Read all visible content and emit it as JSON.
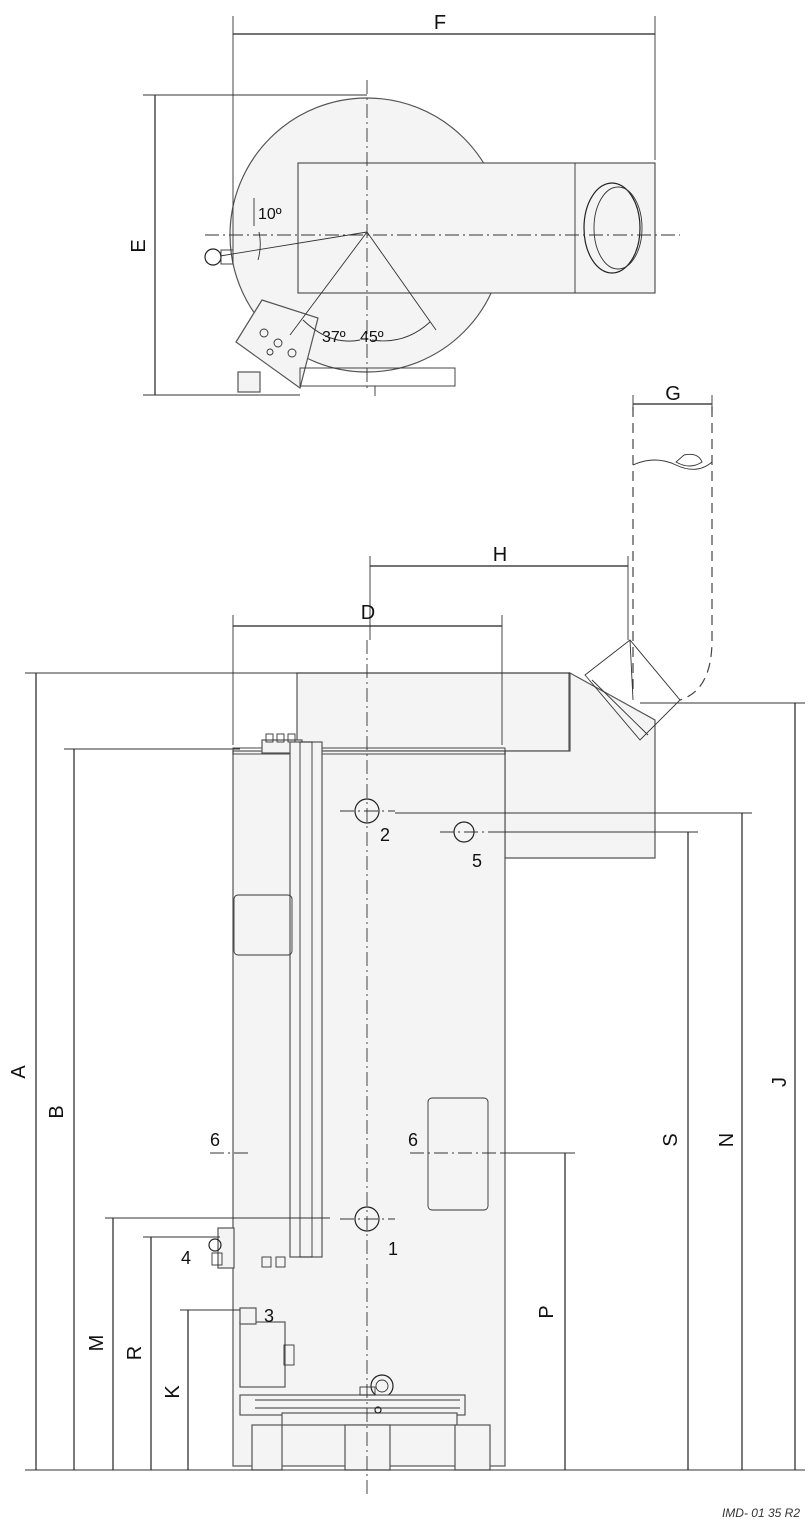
{
  "dimension_labels": {
    "a": "A",
    "b": "B",
    "d": "D",
    "e": "E",
    "f": "F",
    "g": "G",
    "h": "H",
    "j": "J",
    "k": "K",
    "m": "M",
    "n": "N",
    "p": "P",
    "r": "R",
    "s": "S"
  },
  "connection_labels": {
    "c1": "1",
    "c2": "2",
    "c3": "3",
    "c4": "4",
    "c5": "5",
    "c6a": "6",
    "c6b": "6"
  },
  "angles": {
    "a10": "10º",
    "a37": "37º",
    "a45": "45º"
  },
  "drawing_ref": "IMD- 01 35 R2"
}
